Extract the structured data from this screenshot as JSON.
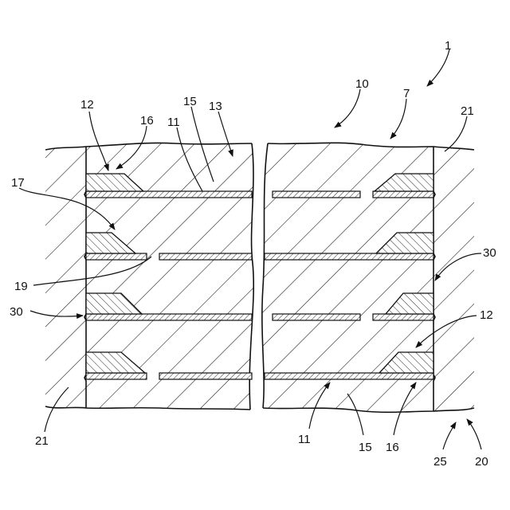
{
  "diagram": {
    "labels": [
      {
        "id": "label-1",
        "text": "1"
      },
      {
        "id": "label-10",
        "text": "10"
      },
      {
        "id": "label-7",
        "text": "7"
      },
      {
        "id": "label-12-top",
        "text": "12"
      },
      {
        "id": "label-15-top",
        "text": "15"
      },
      {
        "id": "label-13",
        "text": "13"
      },
      {
        "id": "label-16-top",
        "text": "16"
      },
      {
        "id": "label-11-top",
        "text": "11"
      },
      {
        "id": "label-21-top",
        "text": "21"
      },
      {
        "id": "label-17",
        "text": "17"
      },
      {
        "id": "label-30-right",
        "text": "30"
      },
      {
        "id": "label-19",
        "text": "19"
      },
      {
        "id": "label-30-left",
        "text": "30"
      },
      {
        "id": "label-12-right",
        "text": "12"
      },
      {
        "id": "label-21-bottom",
        "text": "21"
      },
      {
        "id": "label-11-bottom",
        "text": "11"
      },
      {
        "id": "label-15-bottom",
        "text": "15"
      },
      {
        "id": "label-16-bottom",
        "text": "16"
      },
      {
        "id": "label-25",
        "text": "25"
      },
      {
        "id": "label-20",
        "text": "20"
      }
    ]
  }
}
